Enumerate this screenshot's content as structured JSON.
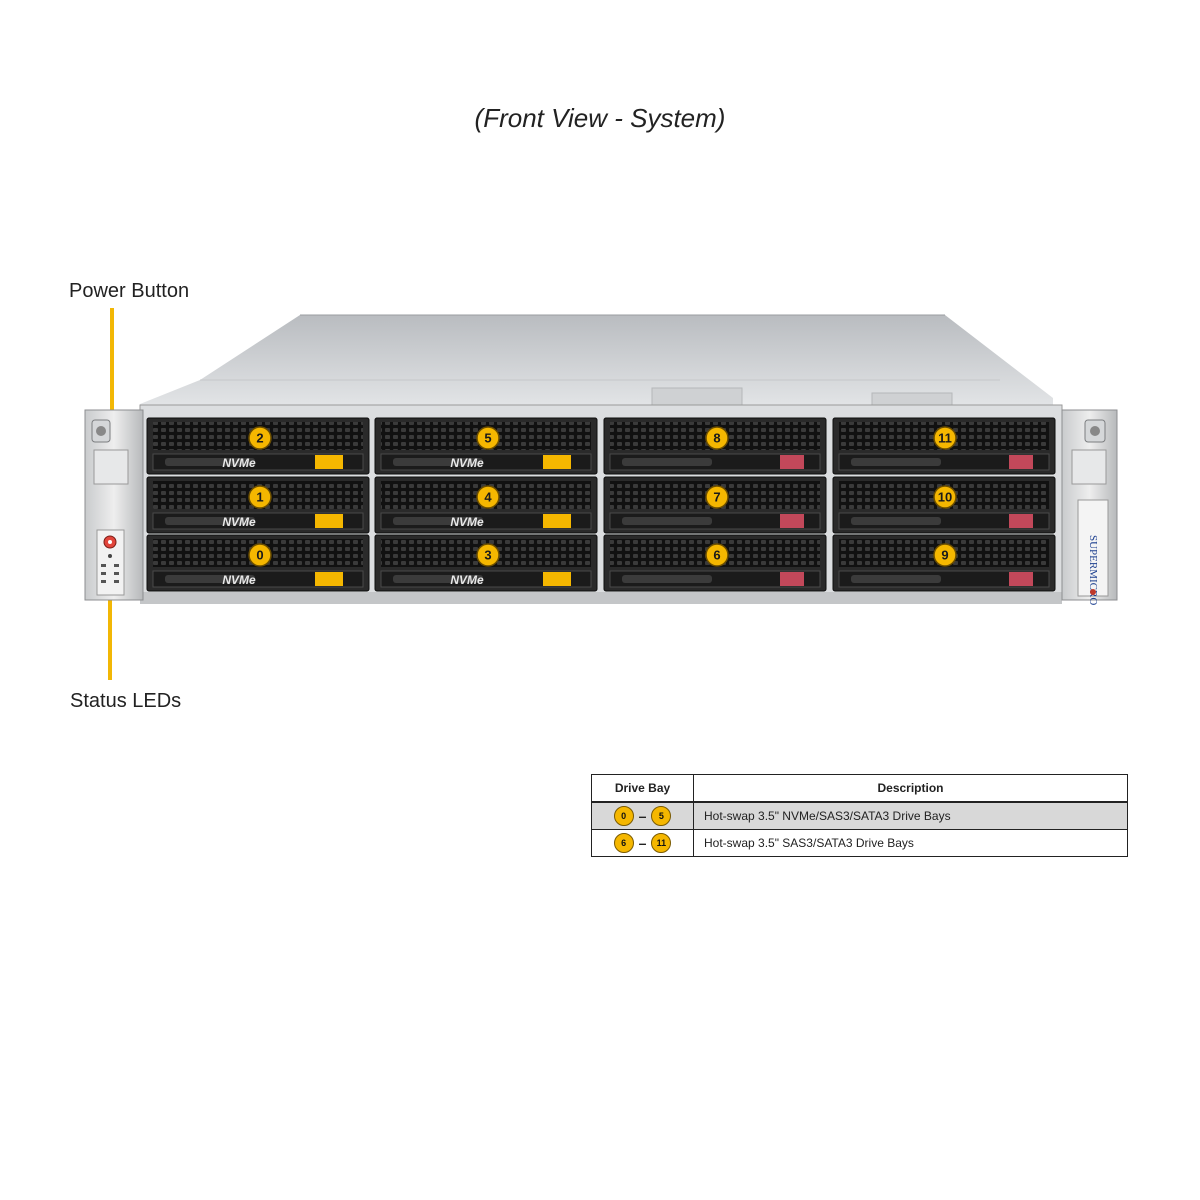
{
  "title": "(Front View - System)",
  "callouts": {
    "power_button": "Power Button",
    "status_leds": "Status LEDs"
  },
  "chassis": {
    "brand": "SUPERMICRO",
    "nvme_label": "NVMe",
    "drive_bays": [
      {
        "label": "2",
        "nvme": true
      },
      {
        "label": "5",
        "nvme": true
      },
      {
        "label": "8",
        "nvme": false
      },
      {
        "label": "11",
        "nvme": false
      },
      {
        "label": "1",
        "nvme": true
      },
      {
        "label": "4",
        "nvme": true
      },
      {
        "label": "7",
        "nvme": false
      },
      {
        "label": "10",
        "nvme": false
      },
      {
        "label": "0",
        "nvme": true
      },
      {
        "label": "3",
        "nvme": true
      },
      {
        "label": "6",
        "nvme": false
      },
      {
        "label": "9",
        "nvme": false
      }
    ]
  },
  "legend": {
    "headers": [
      "Drive Bay",
      "Description"
    ],
    "rows": [
      {
        "from": "0",
        "to": "5",
        "description": "Hot-swap 3.5\" NVMe/SAS3/SATA3 Drive Bays"
      },
      {
        "from": "6",
        "to": "11",
        "description": "Hot-swap 3.5\" SAS3/SATA3 Drive Bays"
      }
    ]
  },
  "colors": {
    "callout_line": "#f2b705",
    "badge": "#f5b700",
    "nvme_handle": "#f5b700",
    "sas_handle": "#c2485a"
  }
}
